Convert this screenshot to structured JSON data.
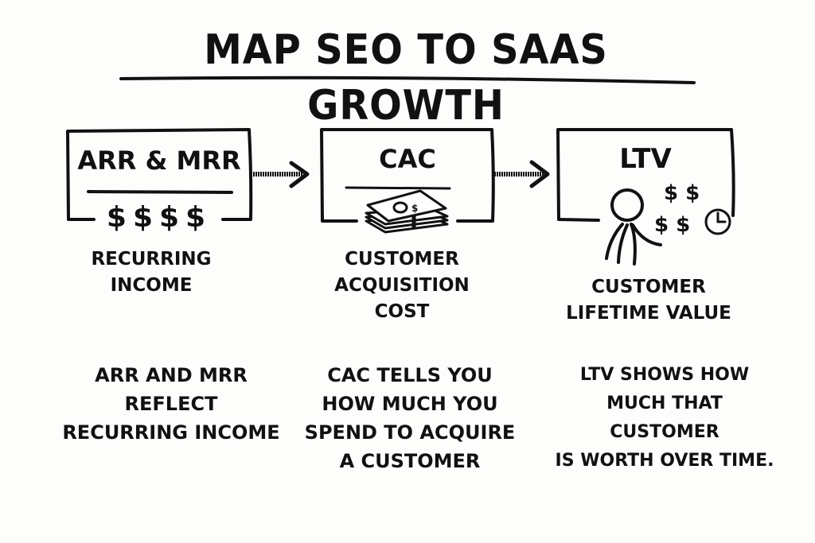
{
  "title": "MAP SEO TO SAAS GROWTH",
  "colors": {
    "ink": "#111111",
    "background": "#fdfdfc"
  },
  "steps": [
    {
      "box_title": "ARR & MRR",
      "icon": "dollar-signs",
      "icon_text": "$$$$",
      "label_lines": [
        "RECURRING",
        "INCOME"
      ],
      "description_lines": [
        "ARR AND MRR",
        "REFLECT",
        "RECURRING INCOME"
      ]
    },
    {
      "box_title": "CAC",
      "icon": "money-stack-icon",
      "label_lines": [
        "CUSTOMER",
        "ACQUISITION",
        "COST"
      ],
      "description_lines": [
        "CAC TELLS YOU",
        "HOW MUCH YOU",
        "SPEND TO ACQUIRE",
        "A CUSTOMER"
      ]
    },
    {
      "box_title": "LTV",
      "icon": "person-with-money-and-clock-icon",
      "icon_text_top": "$ $",
      "icon_text_bottom": "$ $",
      "label_lines": [
        "CUSTOMER",
        "LIFETIME VALUE"
      ],
      "description_lines": [
        "LTV SHOWS HOW",
        "MUCH THAT CUSTOMER",
        "IS WORTH OVER TIME."
      ]
    }
  ],
  "arrows": [
    {
      "from": "ARR & MRR",
      "to": "CAC"
    },
    {
      "from": "CAC",
      "to": "LTV"
    }
  ]
}
